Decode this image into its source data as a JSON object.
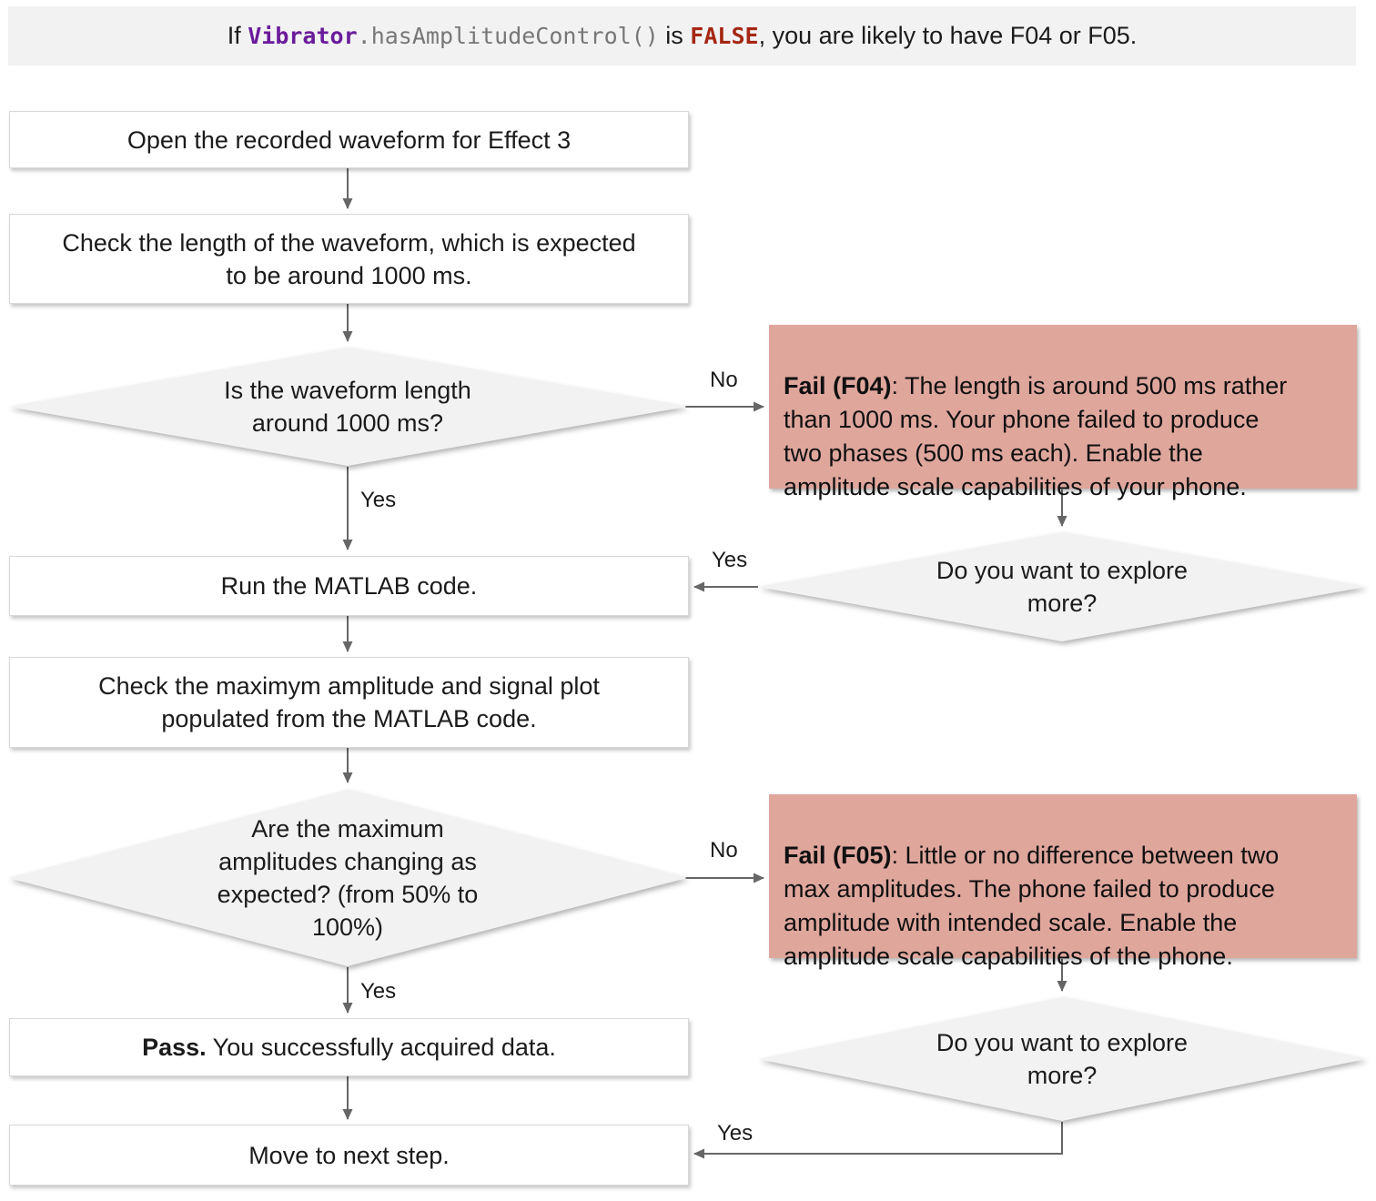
{
  "header": {
    "prefix": "If ",
    "code_class": "Vibrator",
    "code_method": ".hasAmplitudeControl()",
    "connector": " is ",
    "code_value": "FALSE",
    "suffix": ", you are likely to have F04 or F05."
  },
  "nodes": {
    "open_waveform": "Open the recorded waveform for Effect 3",
    "check_length": "Check the length of the waveform, which is expected\nto be around 1000 ms.",
    "length_question": "Is the waveform length\naround 1000 ms?",
    "run_matlab": "Run the MATLAB code.",
    "check_amplitude": "Check the maximym amplitude and signal plot\npopulated from the MATLAB code.",
    "amplitude_question": "Are the maximum\namplitudes changing as\nexpected? (from 50% to\n100%)",
    "fail_f04": {
      "lead": "Fail (F04)",
      "rest": ": The length is around 500 ms rather\nthan 1000 ms. Your phone failed to produce\ntwo phases (500 ms each). Enable the\namplitude scale capabilities of your phone."
    },
    "explore_more_1": "Do you want to explore\nmore?",
    "fail_f05": {
      "lead": "Fail (F05)",
      "rest": ": Little or no difference between two\nmax amplitudes. The phone failed to produce\namplitude with intended scale. Enable the\namplitude scale capabilities of the phone."
    },
    "explore_more_2": "Do you want to explore\nmore?",
    "pass": {
      "lead": "Pass.",
      "rest": " You successfully acquired data."
    },
    "move_next": "Move to next step."
  },
  "labels": {
    "yes": "Yes",
    "no": "No"
  },
  "colors": {
    "band_background": "#f2f2f3",
    "box_background": "#ffffff",
    "box_border": "#d8d8d8",
    "diamond_background": "#f2f2f2",
    "fail_background": "#dfa69c",
    "arrow": "#666666",
    "code_class": "#6a1b9a",
    "code_method": "#777777",
    "code_false": "#a52714"
  }
}
